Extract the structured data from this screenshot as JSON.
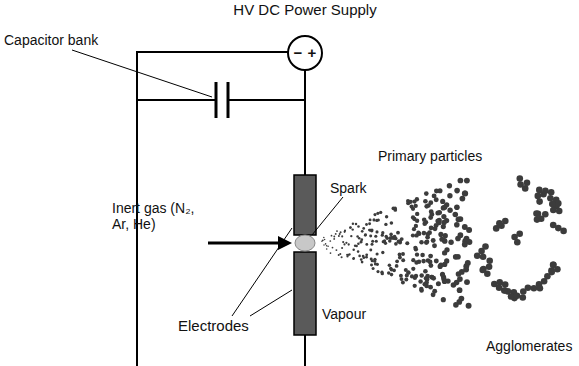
{
  "diagram": {
    "nodes": [
      {
        "text": [
          "HV DC Power Supply",
          "−",
          "+"
        ]
      }
    ],
    "labels": [
      "Capacitor bank",
      "Spark",
      "Primary particles",
      "Inert gas (N₂, Ar, He)",
      "Electrodes",
      "Vapour",
      "Agglomerates"
    ]
  }
}
